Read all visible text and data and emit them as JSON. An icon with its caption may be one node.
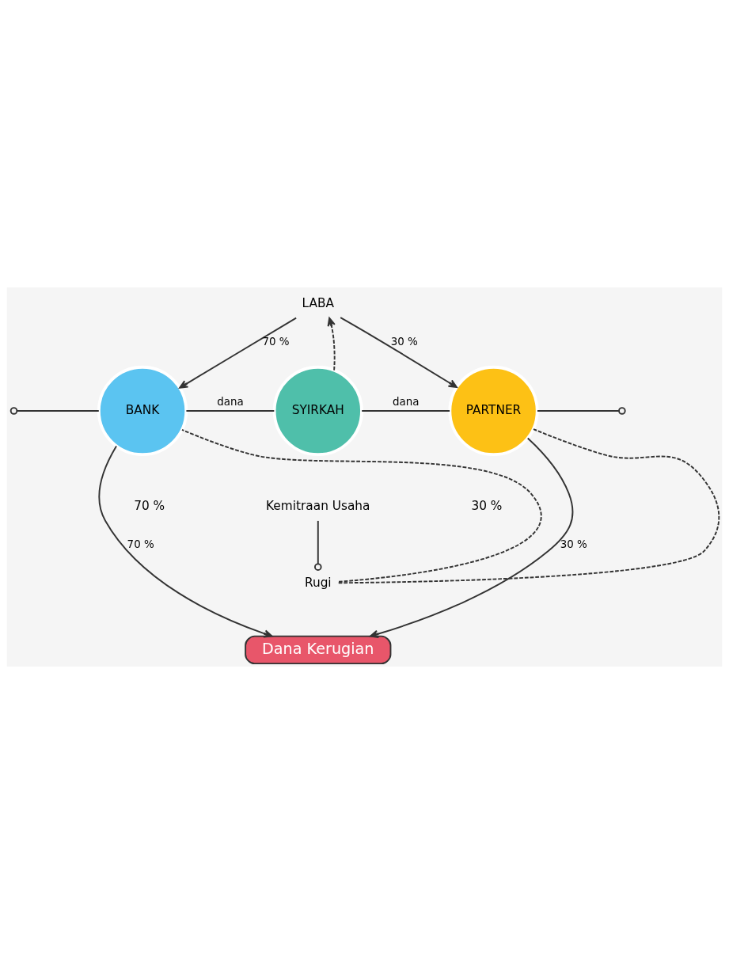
{
  "diagram": {
    "nodes": [
      {
        "text": [
          "BANK"
        ]
      },
      {
        "text": [
          "SYIRKAH"
        ]
      },
      {
        "text": [
          "PARTNER"
        ]
      },
      {
        "text": [
          "LABA"
        ]
      },
      {
        "text": [
          "Kemitraan Usaha"
        ]
      },
      {
        "text": [
          "Rugi"
        ]
      },
      {
        "text": [
          "Dana Kerugian"
        ]
      }
    ],
    "edges": [
      {
        "from": null,
        "to": 0,
        "arrow": "other"
      },
      {
        "from": 0,
        "to": 1,
        "arrow": "none",
        "label": "dana"
      },
      {
        "from": 1,
        "to": 2,
        "arrow": "none",
        "label": "dana"
      },
      {
        "from": 2,
        "to": null,
        "arrow": "other"
      },
      {
        "from": 1,
        "to": 3,
        "arrow": "to",
        "style": "dashed"
      },
      {
        "from": 3,
        "to": 0,
        "arrow": "to",
        "label": "70 %"
      },
      {
        "from": 3,
        "to": 2,
        "arrow": "to",
        "label": "30 %"
      },
      {
        "from": 4,
        "to": 5,
        "arrow": "other"
      },
      {
        "from": 5,
        "to": 0,
        "arrow": "none",
        "style": "dashed"
      },
      {
        "from": 5,
        "to": 2,
        "arrow": "none",
        "style": "dashed"
      },
      {
        "from": 0,
        "to": 6,
        "arrow": "to",
        "label": "70 %"
      },
      {
        "from": 2,
        "to": 6,
        "arrow": "to",
        "label": "30 %"
      }
    ],
    "labels": [
      "70 %",
      "30 %"
    ]
  }
}
